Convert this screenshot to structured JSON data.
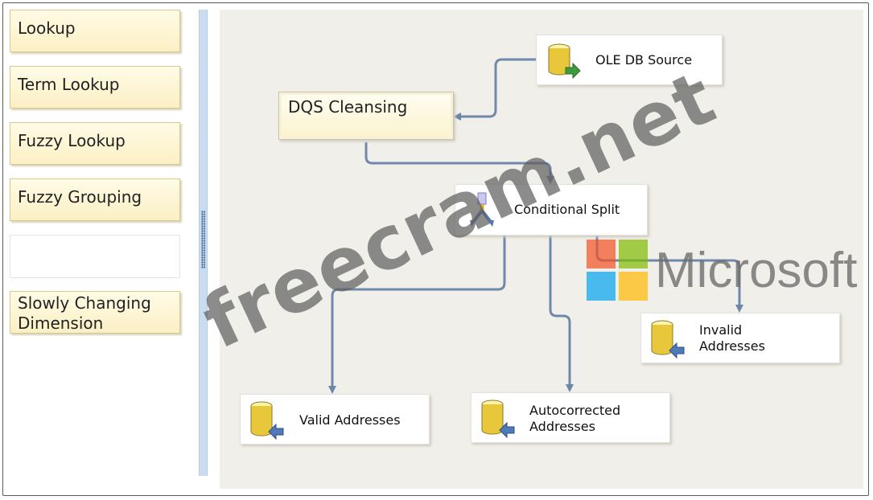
{
  "toolbox": {
    "items": [
      {
        "label": "Lookup"
      },
      {
        "label": "Term Lookup"
      },
      {
        "label": "Fuzzy Lookup"
      },
      {
        "label": "Fuzzy Grouping"
      },
      {
        "label": ""
      },
      {
        "label": "Slowly Changing Dimension"
      }
    ]
  },
  "canvas": {
    "nodes": {
      "ole_db_source": {
        "label": "OLE DB Source",
        "icon": "database-source-icon"
      },
      "dqs_cleansing": {
        "label": "DQS Cleansing"
      },
      "conditional_split": {
        "label": "Conditional Split",
        "icon": "split-icon"
      },
      "invalid_addresses": {
        "label": "Invalid Addresses",
        "icon": "database-destination-icon"
      },
      "valid_addresses": {
        "label": "Valid Addresses",
        "icon": "database-destination-icon"
      },
      "autocorrected_addresses": {
        "label": "Autocorrected Addresses",
        "icon": "database-destination-icon"
      }
    }
  },
  "watermarks": {
    "site": "freecram.net",
    "brand": "Microsoft"
  },
  "colors": {
    "canvas_bg": "#f1efe9",
    "toolbox_item": "#fbefc4",
    "path_arrow": "#6c86a8",
    "ms_red": "#f25022",
    "ms_green": "#7fba00",
    "ms_blue": "#00a4ef",
    "ms_yellow": "#ffb900"
  }
}
